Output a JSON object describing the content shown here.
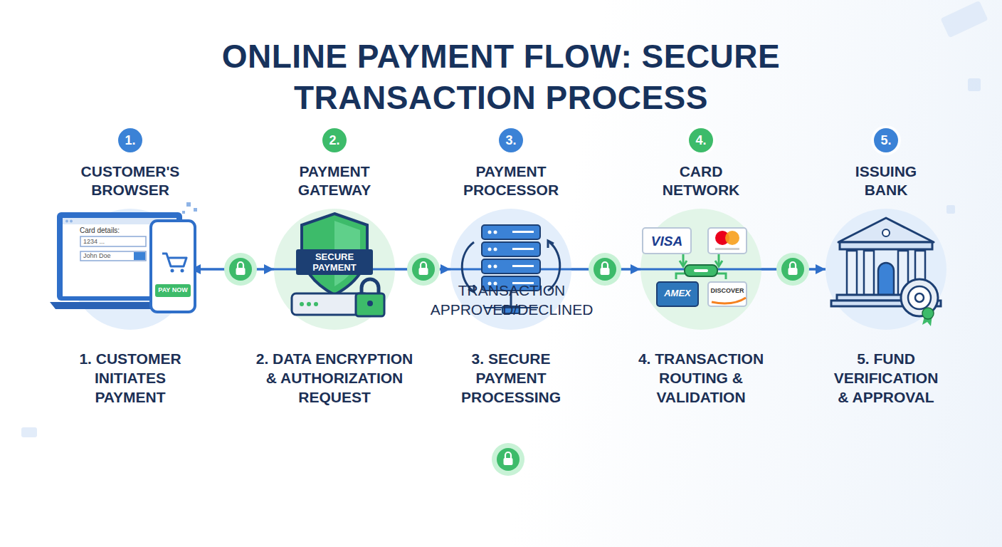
{
  "diagram": {
    "title": "ONLINE PAYMENT FLOW: SECURE TRANSACTION PROCESS",
    "nodes": [
      {
        "text": [
          "1.",
          "CUSTOMER'S BROWSER",
          "1. CUSTOMER INITIATES PAYMENT"
        ]
      },
      {
        "text": [
          "2.",
          "PAYMENT GATEWAY",
          "2. DATA ENCRYPTION & AUTHORIZATION REQUEST"
        ]
      },
      {
        "text": [
          "3.",
          "PAYMENT PROCESSOR",
          "3. SECURE PAYMENT PROCESSING"
        ]
      },
      {
        "text": [
          "4.",
          "CARD NETWORK",
          "4. TRANSACTION ROUTING & VALIDATION"
        ]
      },
      {
        "text": [
          "5.",
          "ISSUING BANK",
          "5. FUND VERIFICATION & APPROVAL"
        ]
      }
    ],
    "edges": [
      {
        "from": 0,
        "to": 1,
        "arrow": "to"
      },
      {
        "from": 1,
        "to": 2,
        "arrow": "to"
      },
      {
        "from": 2,
        "to": 3,
        "arrow": "to"
      },
      {
        "from": 3,
        "to": 4,
        "arrow": "to"
      },
      {
        "from": 4,
        "to": 0,
        "label": "TRANSACTION APPROVED/DECLINED",
        "arrow": "to"
      }
    ],
    "labels": [
      "Card details:",
      "1234 ...",
      "John Doe",
      "PAY NOW",
      "SECURE PAYMENT",
      "VISA",
      "AMEX",
      "DISCOVER"
    ]
  }
}
